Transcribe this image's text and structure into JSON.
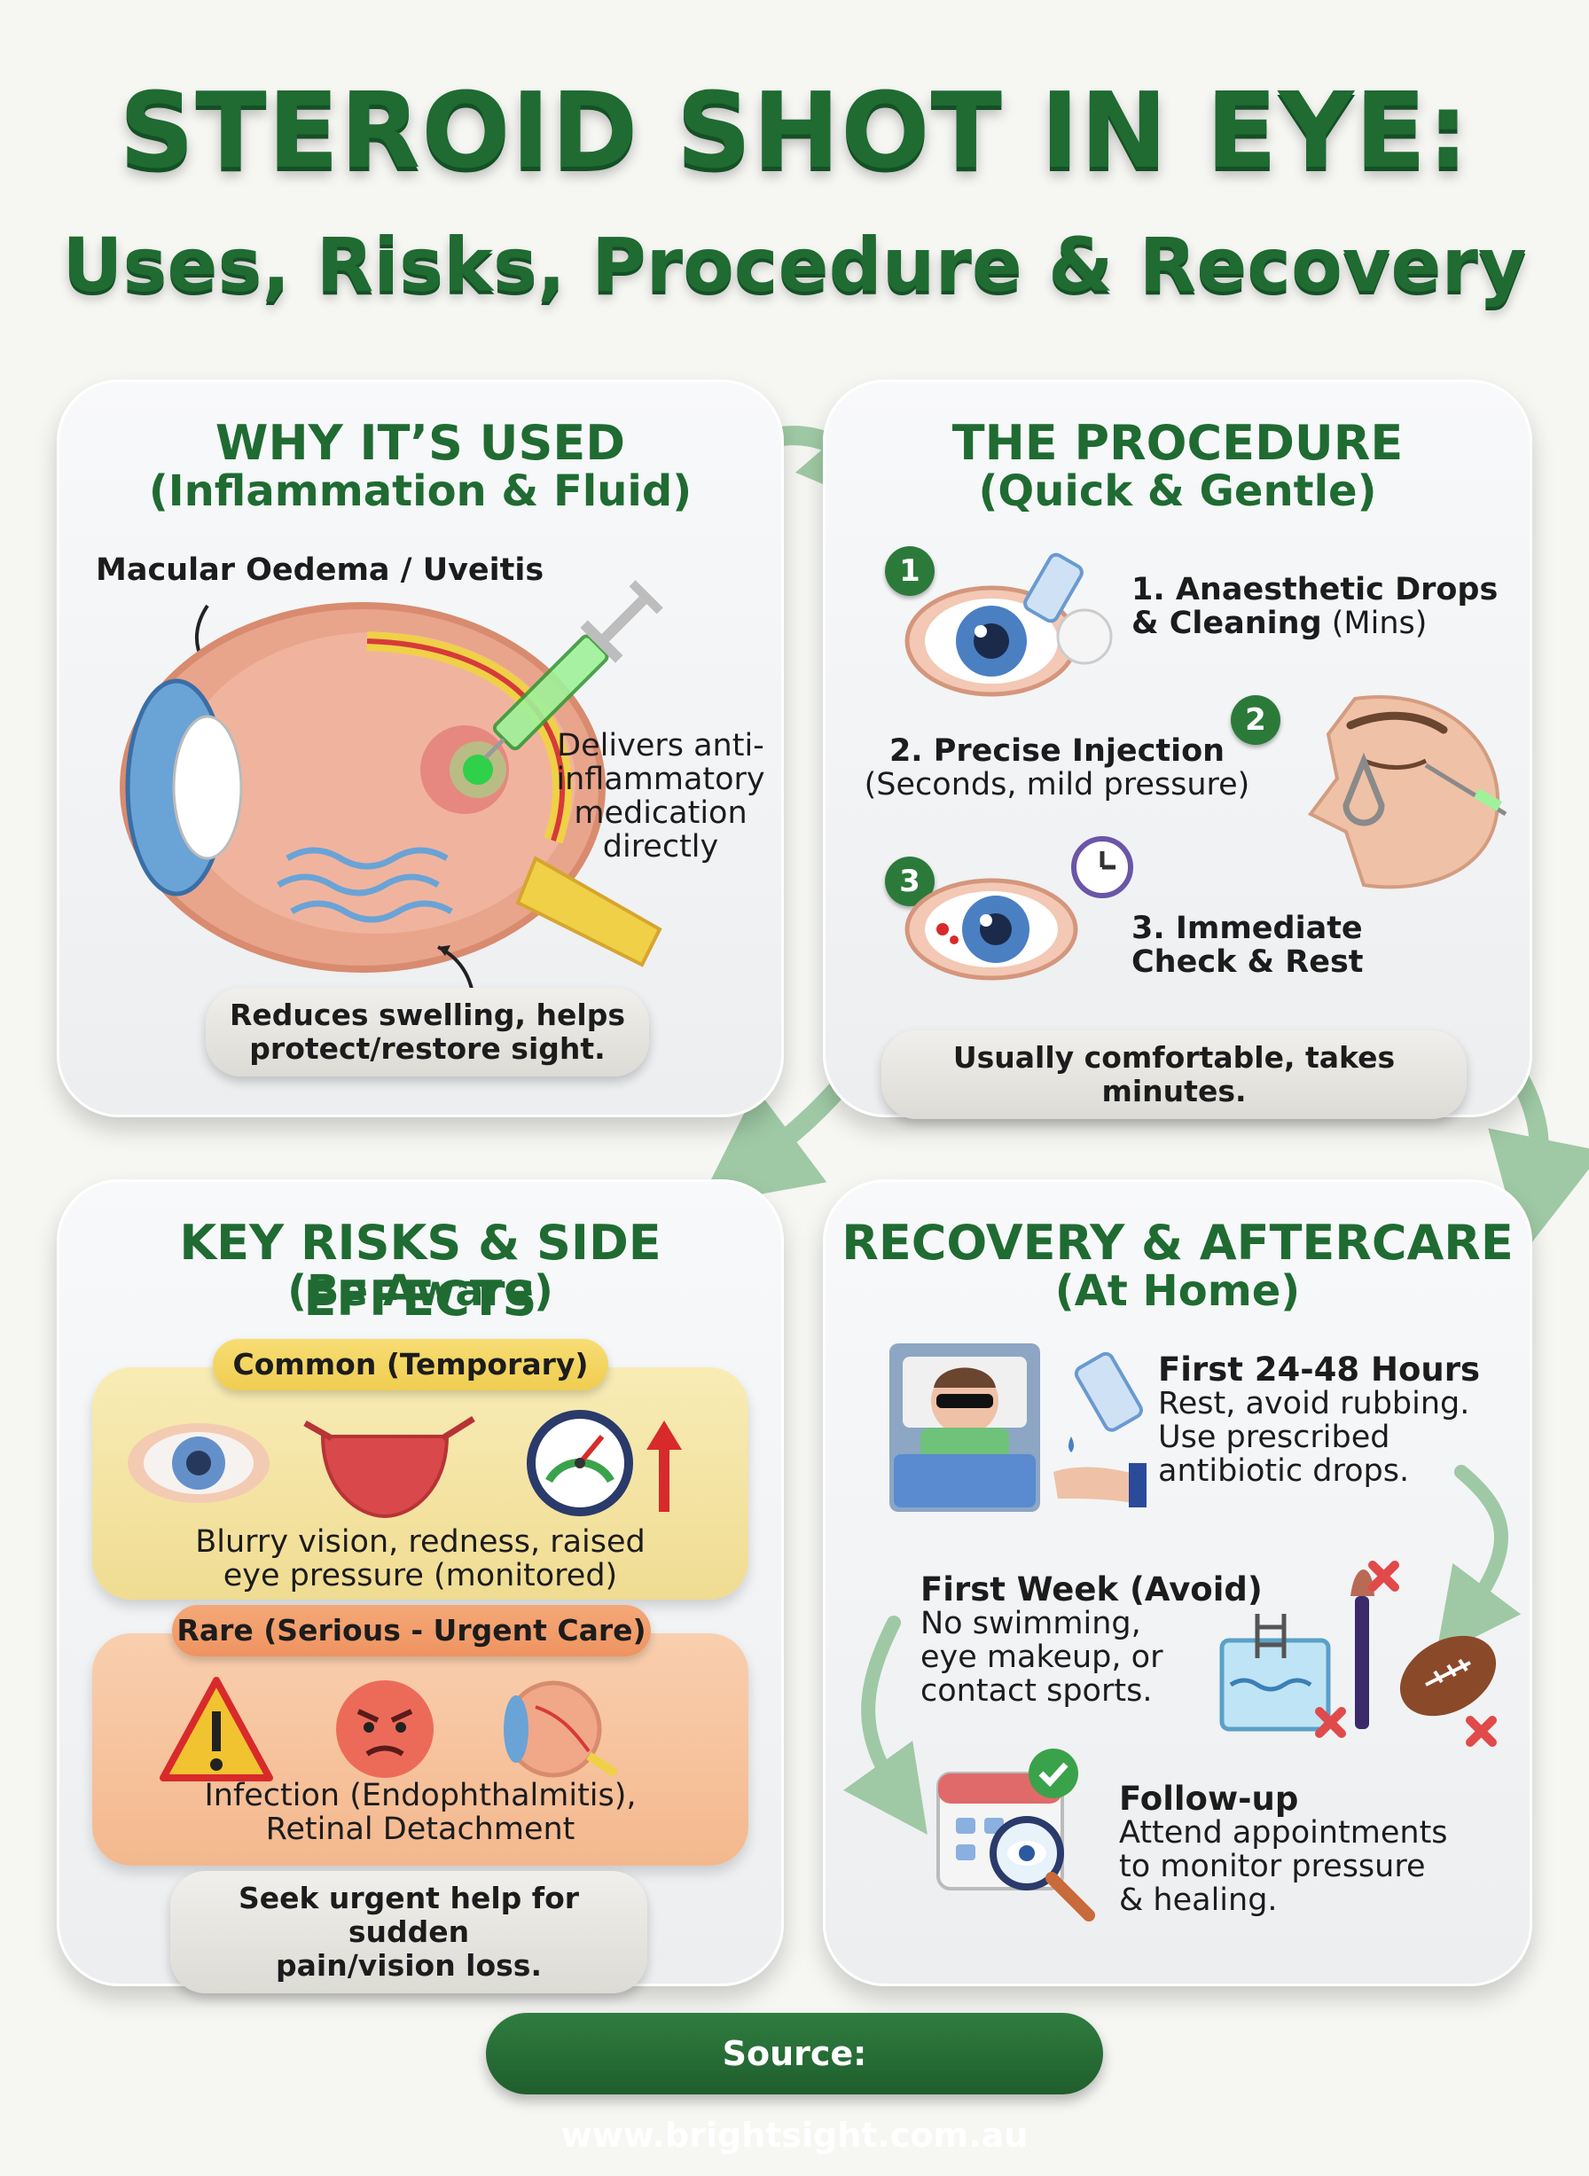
{
  "title": {
    "main": "STEROID SHOT IN EYE:",
    "sub": "Uses, Risks, Procedure & Recovery"
  },
  "why": {
    "heading": "WHY IT’S USED",
    "subheading": "(Inflammation & Fluid)",
    "label_condition": "Macular Oedema / Uveitis",
    "delivers_lines": [
      "Delivers anti-",
      "inflammatory",
      "medication",
      "directly"
    ],
    "pill_lines": [
      "Reduces swelling, helps",
      "protect/restore sight."
    ]
  },
  "procedure": {
    "heading": "THE PROCEDURE",
    "subheading": "(Quick & Gentle)",
    "steps": [
      {
        "num": "1",
        "bold_1": "1. Anaesthetic Drops",
        "bold_2": "& Cleaning",
        "normal": " (Mins)"
      },
      {
        "num": "2",
        "bold": "2. Precise Injection",
        "normal": "(Seconds, mild pressure)"
      },
      {
        "num": "3",
        "bold_1": "3. Immediate",
        "bold_2": "Check & Rest"
      }
    ],
    "pill": "Usually comfortable, takes minutes."
  },
  "risks": {
    "heading": "KEY RISKS & SIDE EFFECTS",
    "subheading": "(Be Aware)",
    "common_tag": "Common (Temporary)",
    "common_lines": [
      "Blurry vision, redness, raised",
      "eye pressure (monitored)"
    ],
    "rare_tag": "Rare (Serious - Urgent Care)",
    "rare_lines": [
      "Infection (Endophthalmitis),",
      "Retinal Detachment"
    ],
    "pill_lines": [
      "Seek urgent help for sudden",
      "pain/vision loss."
    ]
  },
  "recovery": {
    "heading": "RECOVERY & AFTERCARE",
    "subheading": "(At Home)",
    "first_title": "First 24-48 Hours",
    "first_lines": [
      "Rest, avoid rubbing.",
      "Use prescribed",
      "antibiotic drops."
    ],
    "week_title": "First Week (Avoid)",
    "week_lines": [
      "No swimming,",
      "eye makeup, or",
      "contact sports."
    ],
    "follow_title": "Follow-up",
    "follow_lines": [
      "Attend appointments",
      "to monitor pressure",
      "& healing."
    ]
  },
  "footer": "Source: www.brightsight.com.au",
  "colors": {
    "heading_green": "#1f6b32",
    "common_yellow": "#f4e3a0",
    "rare_orange": "#f7c4a0",
    "arrow_green": "#9fc9a4"
  }
}
